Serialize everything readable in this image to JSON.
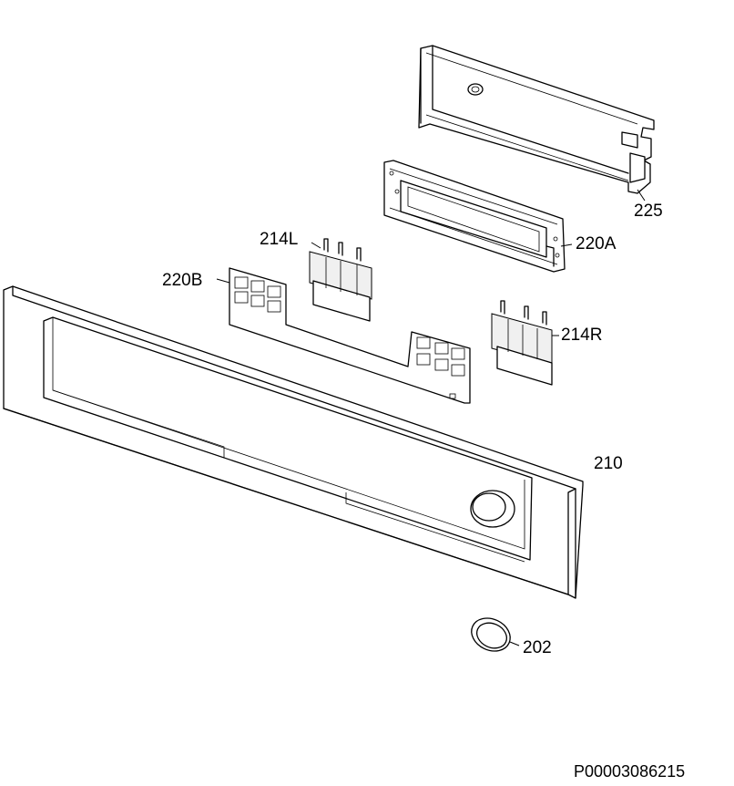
{
  "labels": {
    "p225": "225",
    "p220A": "220A",
    "p214L": "214L",
    "p220B": "220B",
    "p214R": "214R",
    "p210": "210",
    "p202": "202"
  },
  "drawing_code": "P00003086215"
}
